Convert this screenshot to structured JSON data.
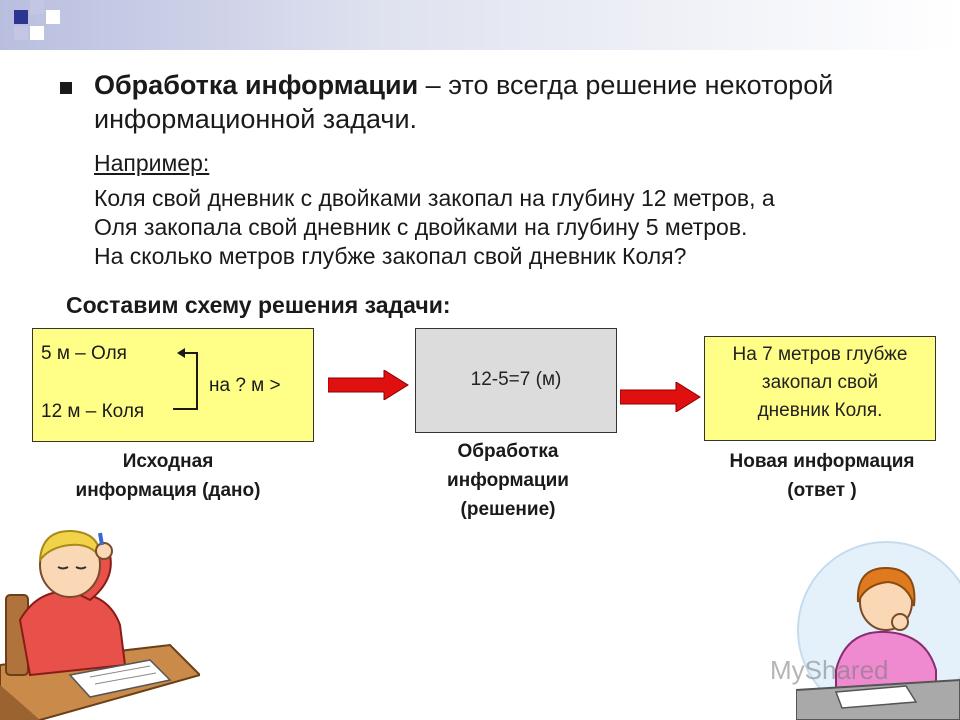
{
  "colors": {
    "box_highlight": "#ffff88",
    "box_process": "#dcdcdc",
    "arrow": "#e01010",
    "band": "#b9bedf"
  },
  "heading": {
    "bold": "Обработка информации",
    "rest": " – это всегда решение некоторой информационной задачи."
  },
  "example_label": "Например:",
  "problem_lines": [
    "Коля свой дневник с двойками закопал на глубину 12 метров, а",
    "Оля закопала свой дневник с двойками на глубину 5 метров.",
    "На  сколько метров глубже закопал свой дневник Коля?"
  ],
  "scheme_title": "Составим схему решения задачи:",
  "given": {
    "line1": "5 м – Оля",
    "line2": "12 м – Коля",
    "question": "на ? м >"
  },
  "process_text": "12-5=7 (м)",
  "answer_lines": [
    "На 7 метров глубже",
    "закопал свой",
    "дневник Коля."
  ],
  "captions": {
    "given": [
      "Исходная",
      "информация (дано)"
    ],
    "process": [
      "Обработка",
      "информации",
      "(решение)"
    ],
    "answer": [
      "Новая информация",
      "(ответ )"
    ]
  },
  "illustrations": {
    "left": "boy-thinking-icon",
    "right": "girl-thinking-icon"
  },
  "watermark": "MyShared"
}
